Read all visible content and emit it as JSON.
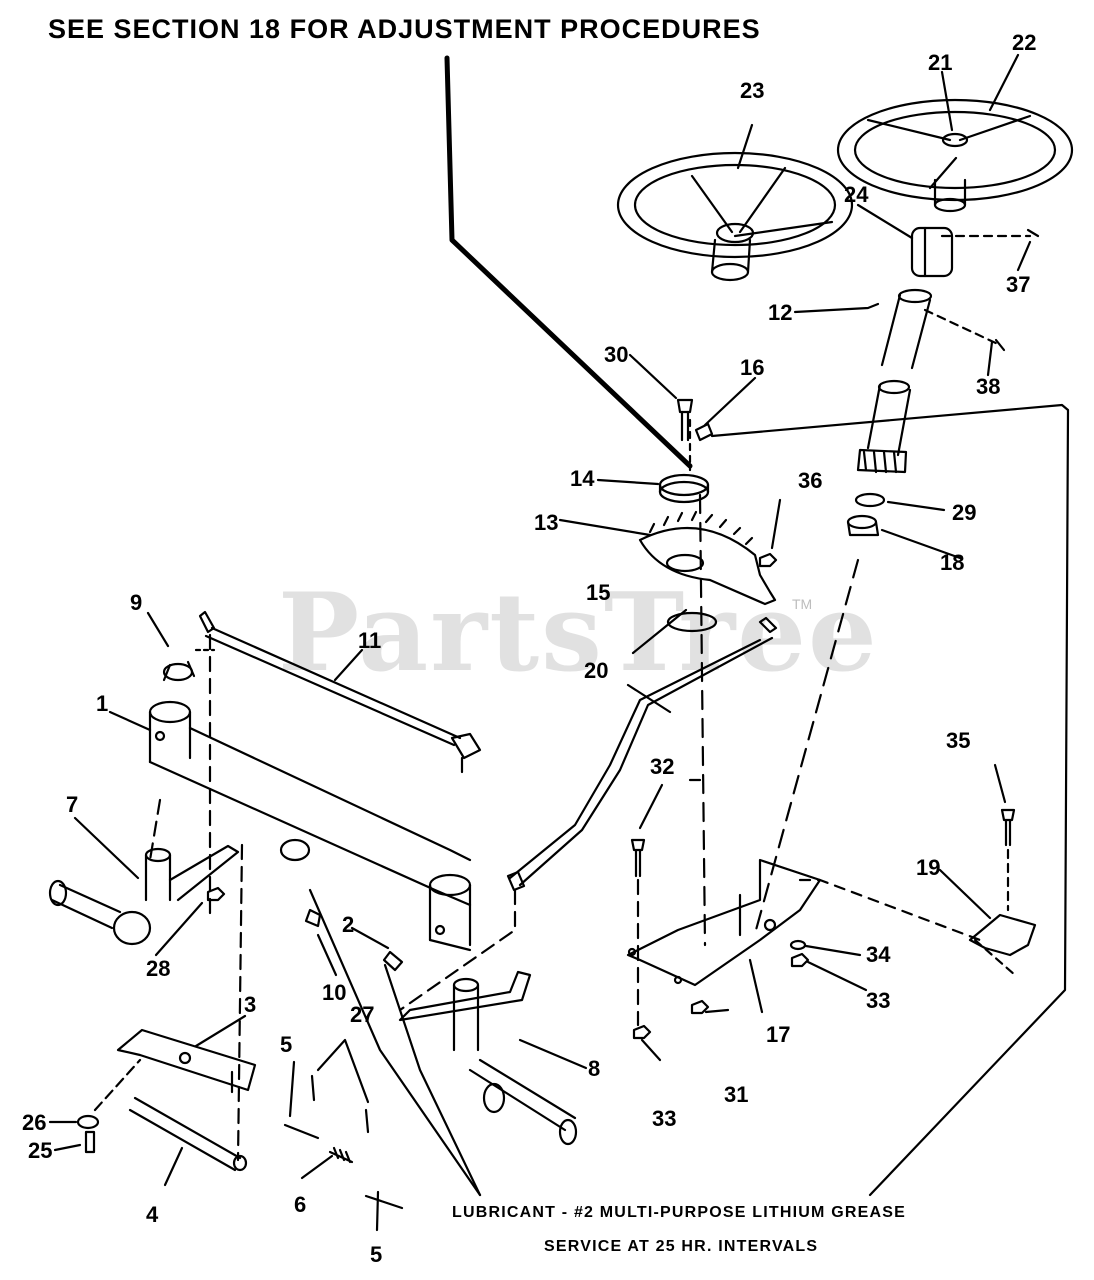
{
  "header": {
    "adjustment_note": "SEE SECTION 18 FOR ADJUSTMENT PROCEDURES"
  },
  "lubrication": {
    "line1": "LUBRICANT - #2 MULTI-PURPOSE LITHIUM GREASE",
    "line2": "SERVICE AT 25 HR. INTERVALS"
  },
  "watermark": {
    "text": "PartsTree",
    "tm": "TM"
  },
  "callouts": [
    "1",
    "2",
    "3",
    "4",
    "5",
    "5",
    "6",
    "7",
    "8",
    "9",
    "10",
    "11",
    "12",
    "13",
    "14",
    "15",
    "16",
    "17",
    "18",
    "19",
    "20",
    "21",
    "22",
    "23",
    "24",
    "25",
    "26",
    "27",
    "28",
    "29",
    "30",
    "31",
    "32",
    "33",
    "33",
    "34",
    "35",
    "36",
    "37",
    "38"
  ]
}
